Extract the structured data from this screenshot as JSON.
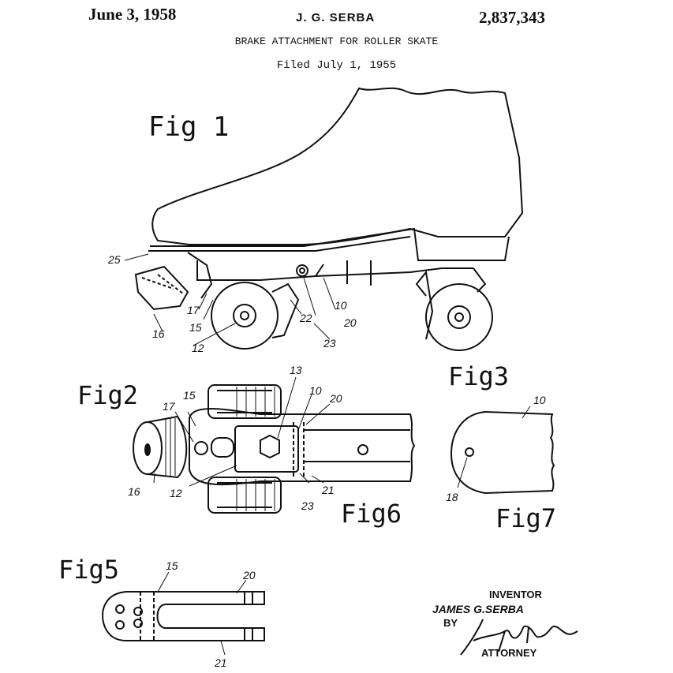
{
  "header": {
    "date": "June 3, 1958",
    "inventor_short": "J. G. SERBA",
    "patent_number": "2,837,343",
    "title": "BRAKE ATTACHMENT FOR ROLLER SKATE",
    "filed": "Filed July 1, 1955"
  },
  "figures": {
    "fig1": "Fig 1",
    "fig2": "Fig2",
    "fig3": "Fig3",
    "fig5": "Fig5",
    "fig6": "Fig6",
    "fig7": "Fig7"
  },
  "reference_numerals": {
    "fig1": [
      "25",
      "17",
      "16",
      "15",
      "12",
      "22",
      "10",
      "20",
      "23"
    ],
    "fig2": [
      "15",
      "17",
      "13",
      "10",
      "20",
      "16",
      "12",
      "23",
      "21"
    ],
    "fig3": [
      "10",
      "18"
    ],
    "fig5": [
      "15",
      "20",
      "21"
    ]
  },
  "signature_block": {
    "inventor_label": "INVENTOR",
    "inventor_name": "JAMES G.SERBA",
    "by_label": "BY",
    "attorney_label": "ATTORNEY"
  }
}
